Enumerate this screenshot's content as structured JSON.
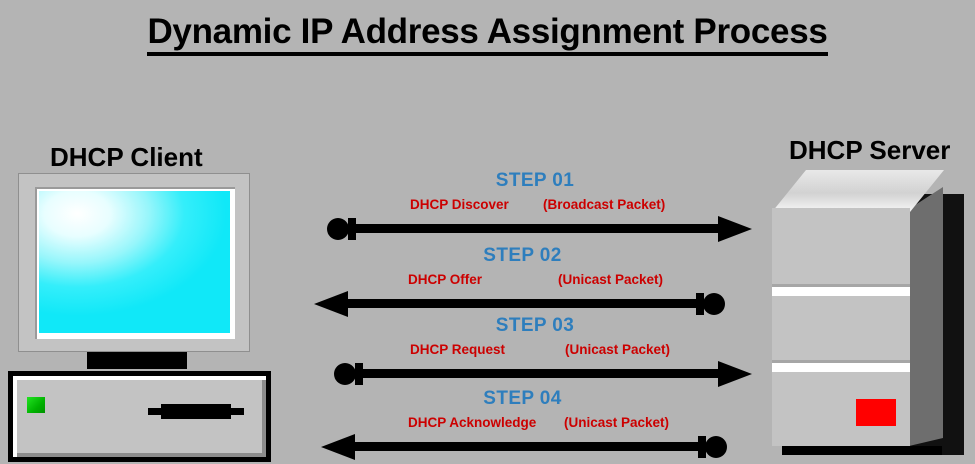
{
  "title": "Dynamic IP Address Assignment Process",
  "colors": {
    "background": "#b4b4b4",
    "step_label": "#2e7ebd",
    "message_label": "#cc0000",
    "arrow": "#000000",
    "client_screen": "#10e8f8",
    "client_led": "#00b200",
    "server_led": "#ff0000"
  },
  "endpoints": {
    "client": {
      "label": "DHCP Client"
    },
    "server": {
      "label": "DHCP Server"
    }
  },
  "steps": [
    {
      "title": "STEP 01",
      "message": "DHCP Discover",
      "packet_type": "(Broadcast Packet)",
      "direction": "client-to-server"
    },
    {
      "title": "STEP 02",
      "message": "DHCP Offer",
      "packet_type": "(Unicast Packet)",
      "direction": "server-to-client"
    },
    {
      "title": "STEP 03",
      "message": "DHCP Request",
      "packet_type": "(Unicast Packet)",
      "direction": "client-to-server"
    },
    {
      "title": "STEP 04",
      "message": "DHCP Acknowledge",
      "packet_type": "(Unicast Packet)",
      "direction": "server-to-client"
    }
  ]
}
